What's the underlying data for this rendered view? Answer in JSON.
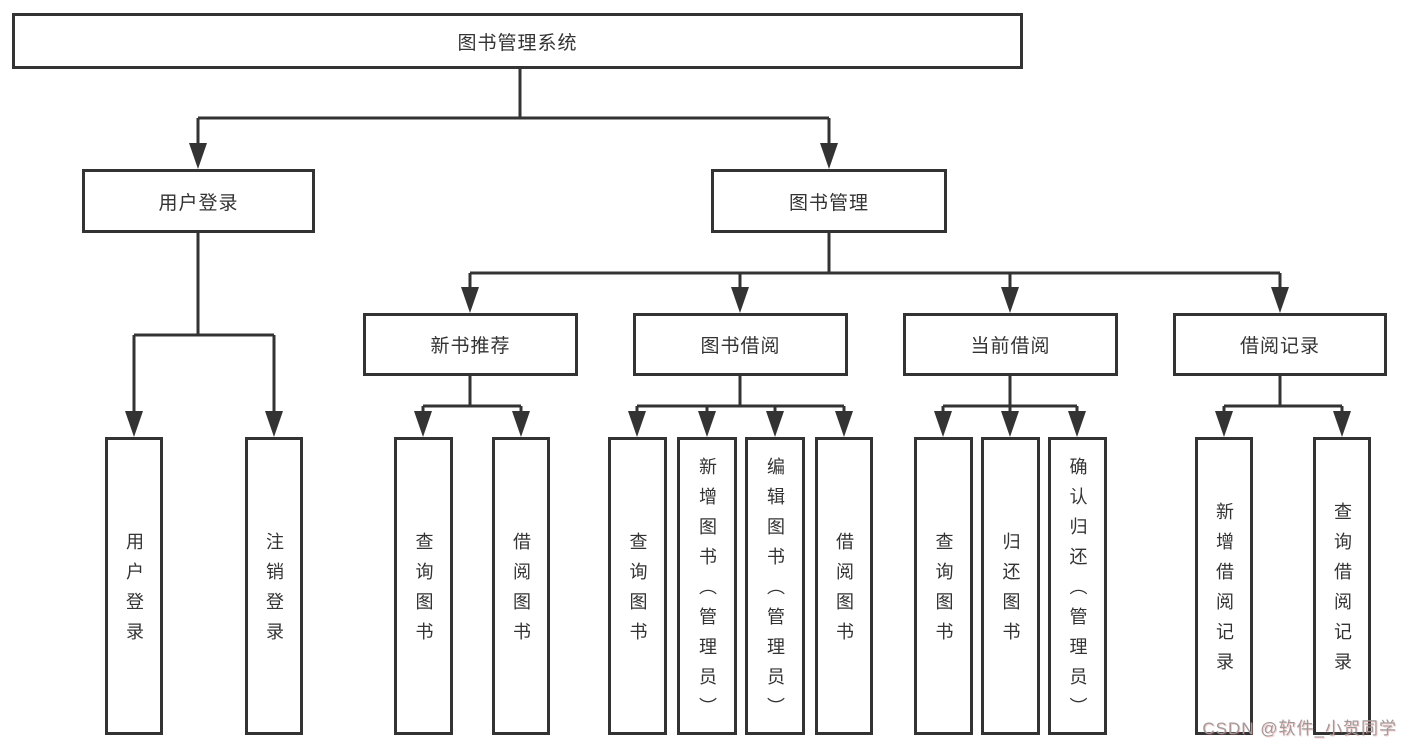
{
  "nodes": {
    "root": "图书管理系统",
    "user_login": "用户登录",
    "book_management": "图书管理",
    "new_book_recommend": "新书推荐",
    "book_borrow": "图书借阅",
    "current_borrow": "当前借阅",
    "borrow_records": "借阅记录",
    "leaf_user_login": "用户登录",
    "leaf_logout": "注销登录",
    "rec_query_books": "查询图书",
    "rec_borrow_books": "借阅图书",
    "bb_query_books": "查询图书",
    "bb_add_books_admin": "新增图书（管理员）",
    "bb_edit_books_admin": "编辑图书（管理员）",
    "bb_borrow_books": "借阅图书",
    "cb_query_books": "查询图书",
    "cb_return_books": "归还图书",
    "cb_confirm_return_admin": "确认归还（管理员）",
    "br_add_record": "新增借阅记录",
    "br_query_record": "查询借阅记录"
  },
  "watermark": "CSDN @软件_小贺同学",
  "colors": {
    "line": "#333333",
    "box_bg": "#ffffff",
    "text": "#333333",
    "watermark": "#9c9c9c"
  }
}
